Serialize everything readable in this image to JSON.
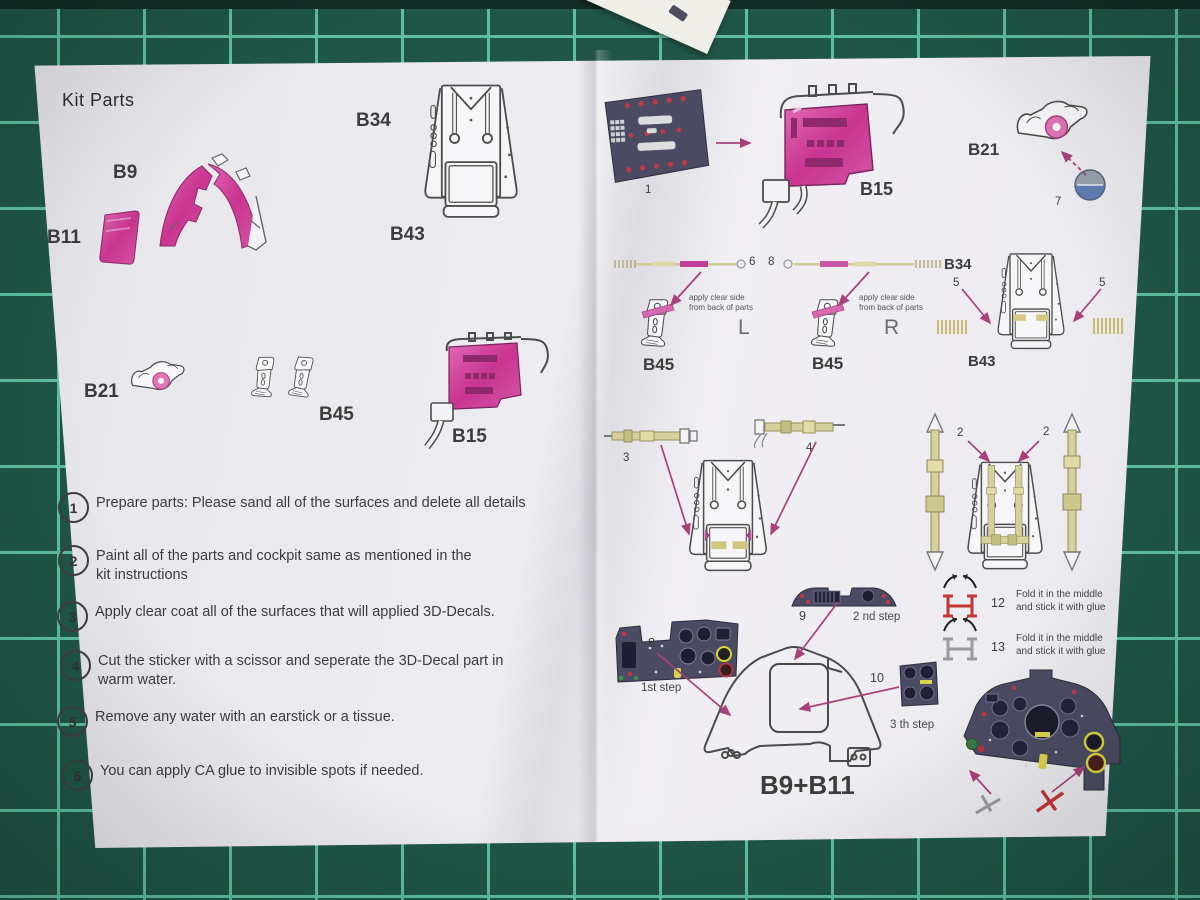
{
  "left_page": {
    "title": "Kit Parts",
    "parts": {
      "b9": "B9",
      "b11": "B11",
      "b34": "B34",
      "b43": "B43",
      "b21": "B21",
      "b45": "B45",
      "b15": "B15"
    },
    "instructions": [
      {
        "num": "1",
        "text": "Prepare parts: Please sand all of the surfaces and delete all details"
      },
      {
        "num": "2",
        "text": "Paint all of the parts and cockpit same as mentioned in the\nkit instructions"
      },
      {
        "num": "3",
        "text": "Apply clear coat all of the surfaces that will applied 3D-Decals."
      },
      {
        "num": "4",
        "text": "Cut the sticker with a scissor and seperate the 3D-Decal part in\nwarm water."
      },
      {
        "num": "5",
        "text": "Remove any water with an earstick or a tissue."
      },
      {
        "num": "6",
        "text": "You can apply CA glue to invisible spots if needed."
      }
    ]
  },
  "right_page": {
    "step_numbers": {
      "n1": "1",
      "n2_left": "2",
      "n2_right": "2",
      "n3": "3",
      "n4": "4",
      "n5_left": "5",
      "n5_right": "5",
      "n6": "6",
      "n7": "7",
      "n8_strip": "8",
      "n8_panel": "8",
      "n9": "9",
      "n10": "10",
      "n12": "12",
      "n13": "13"
    },
    "part_labels": {
      "b15": "B15",
      "b21": "B21",
      "b45_left": "B45",
      "b45_right": "B45",
      "b34": "B34",
      "b43": "B43",
      "combo": "B9+B11"
    },
    "side_left": "L",
    "side_right": "R",
    "apply_note": "apply clear side\nfrom back of parts",
    "steps": {
      "first": "1st step",
      "second": "2 nd step",
      "third": "3 th step"
    },
    "fold_note": "Fold it in the middle\nand stick it with glue"
  },
  "colors": {
    "decal_pink": "#c9348f",
    "arrow_magenta": "#a8407a",
    "belt_olive": "#d4cf9c",
    "panel_dark": "#4b4b63",
    "mat_green": "#1f5647",
    "grid_green": "#5ebf9f"
  }
}
